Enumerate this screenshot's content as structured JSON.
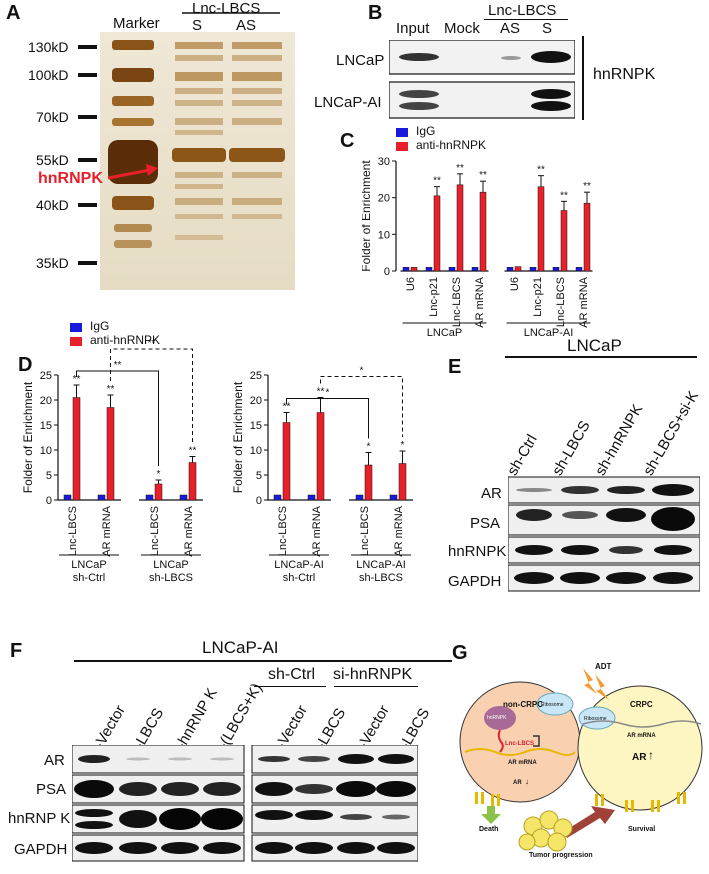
{
  "panels": {
    "A": "A",
    "B": "B",
    "C": "C",
    "D": "D",
    "E": "E",
    "F": "F",
    "G": "G"
  },
  "panelA": {
    "marker_label": "Marker",
    "group_label": "Lnc-LBCS",
    "lane_s": "S",
    "lane_as": "AS",
    "mw": [
      "130kD",
      "100kD",
      "70kD",
      "55kD",
      "40kD",
      "35kD"
    ],
    "arrow_label": "hnRNPK",
    "arrow_color": "#e8202a"
  },
  "panelB": {
    "columns": [
      "Input",
      "Mock",
      "AS",
      "S"
    ],
    "group_label": "Lnc-LBCS",
    "rows": [
      "LNCaP",
      "LNCaP-AI"
    ],
    "protein": "hnRNPK"
  },
  "legend": {
    "igg": "IgG",
    "anti": "anti-hnRNPK",
    "igg_color": "#1a1adb",
    "anti_color": "#e8202a"
  },
  "chart_data": [
    {
      "id": "C",
      "type": "bar",
      "ylabel": "Folder of Enrichment",
      "ylim": [
        0,
        30
      ],
      "yticks": [
        "0",
        "10",
        "20",
        "30"
      ],
      "categories": [
        "U6",
        "Lnc-p21",
        "Lnc-LBCS",
        "AR mRNA",
        "U6",
        "Lnc-p21",
        "Lnc-LBCS",
        "AR mRNA"
      ],
      "groups": [
        "LNCaP",
        "LNCaP-AI"
      ],
      "series": [
        {
          "name": "IgG",
          "values": [
            1,
            1,
            1,
            1,
            1,
            1,
            1,
            1
          ]
        },
        {
          "name": "anti-hnRNPK",
          "values": [
            1,
            20.5,
            23.5,
            21.5,
            1.2,
            23,
            16.5,
            18.5
          ],
          "errors": [
            0,
            2.5,
            3,
            3,
            0,
            3,
            2.5,
            3
          ],
          "sig": [
            "",
            "**",
            "**",
            "**",
            "",
            "**",
            "**",
            "**"
          ]
        }
      ]
    },
    {
      "id": "D1",
      "type": "bar",
      "ylabel": "Folder of Enrichment",
      "ylim": [
        0,
        25
      ],
      "yticks": [
        "0",
        "5",
        "10",
        "15",
        "20",
        "25"
      ],
      "categories": [
        "Lnc-LBCS",
        "AR mRNA",
        "Lnc-LBCS",
        "AR mRNA"
      ],
      "groups": [
        "LNCaP\nsh-Ctrl",
        "LNCaP\nsh-LBCS"
      ],
      "series": [
        {
          "name": "IgG",
          "values": [
            1,
            1,
            1,
            1
          ]
        },
        {
          "name": "anti-hnRNPK",
          "values": [
            20.5,
            18.5,
            3.2,
            7.5
          ],
          "errors": [
            2.5,
            2.5,
            0.8,
            1.2
          ],
          "sig": [
            "**",
            "**",
            "*",
            "**"
          ]
        }
      ],
      "brackets": [
        "**",
        "**"
      ]
    },
    {
      "id": "D2",
      "type": "bar",
      "ylabel": "Folder of Enrichment",
      "ylim": [
        0,
        25
      ],
      "yticks": [
        "0",
        "5",
        "10",
        "15",
        "20",
        "25"
      ],
      "categories": [
        "Lnc-LBCS",
        "AR mRNA",
        "Lnc-LBCS",
        "AR mRNA"
      ],
      "groups": [
        "LNCaP-AI\nsh-Ctrl",
        "LNCaP-AI\nsh-LBCS"
      ],
      "series": [
        {
          "name": "IgG",
          "values": [
            1,
            1,
            1,
            1
          ]
        },
        {
          "name": "anti-hnRNPK",
          "values": [
            15.5,
            17.5,
            7,
            7.3
          ],
          "errors": [
            2,
            3,
            2.5,
            2.5
          ],
          "sig": [
            "**",
            "**",
            "*",
            "*"
          ]
        }
      ],
      "brackets": [
        "*",
        "*"
      ]
    }
  ],
  "panelE": {
    "cell": "LNCaP",
    "columns": [
      "sh-Ctrl",
      "sh-LBCS",
      "sh-hnRNPK",
      "sh-LBCS+si-K"
    ],
    "rows": [
      "AR",
      "PSA",
      "hnRNPK",
      "GAPDH"
    ]
  },
  "panelF": {
    "cell": "LNCaP-AI",
    "columns_left": [
      "oe-Vector",
      "oe-LBCS",
      "oe-hnRNP K",
      "oe-(LBCS+K)"
    ],
    "group_shctrl": "sh-Ctrl",
    "group_sihnrnpk": "si-hnRNPK",
    "columns_right": [
      "oe-Vector",
      "oe-LBCS",
      "oe-Vector",
      "oe-LBCS"
    ],
    "rows": [
      "AR",
      "PSA",
      "hnRNP K",
      "GAPDH"
    ]
  },
  "panelG": {
    "adt": "ADT",
    "noncrpc": "non-CRPC",
    "crpc": "CRPC",
    "hnrnpk": "hnRNPK",
    "ribosome": "Ribosome",
    "lnc": "Lnc-LBCS",
    "armrna": "AR mRNA",
    "ar_down": "AR",
    "ar_up": "AR",
    "death": "Death",
    "survival": "Survival",
    "tumor": "Tumor progression"
  }
}
